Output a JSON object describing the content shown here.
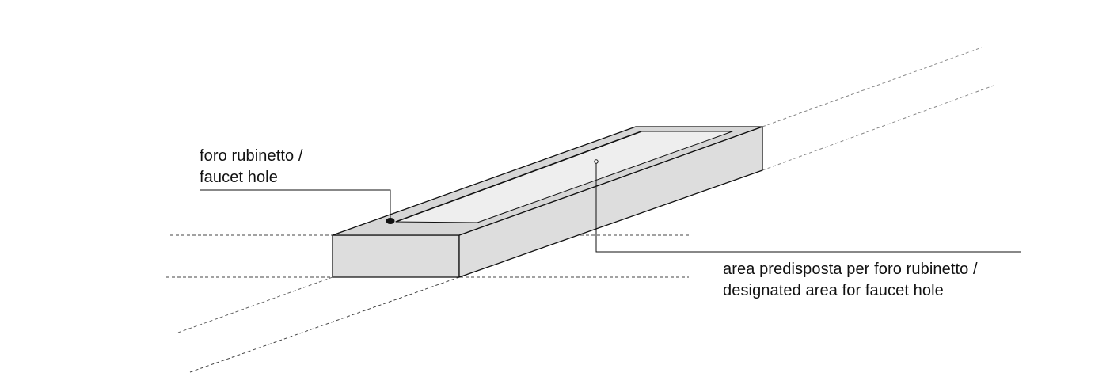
{
  "annotations": {
    "faucet_hole": {
      "line1": "foro rubinetto /",
      "line2": "faucet hole"
    },
    "designated_area": {
      "line1": "area predisposta per foro rubinetto /",
      "line2": "designated area for faucet hole"
    }
  },
  "colors": {
    "background": "#ffffff",
    "stroke": "#111111",
    "face_fill": "#dddddd",
    "top_fill": "#d6d6d6",
    "basin_fill": "#eeeeee",
    "guide_line": "#444444"
  }
}
